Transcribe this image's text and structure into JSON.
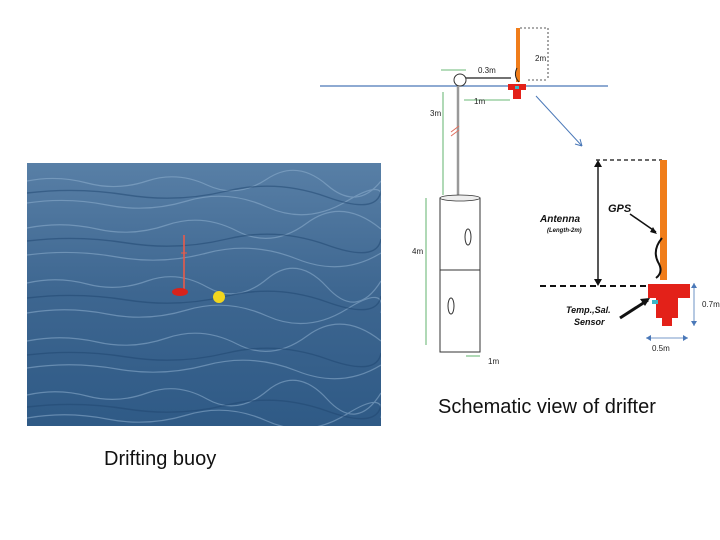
{
  "captions": {
    "photo": "Drifting buoy",
    "schematic": "Schematic view of drifter"
  },
  "schematic": {
    "dims": {
      "mast_height": "2m",
      "float_diameter": "0.3m",
      "arm_length": "1m",
      "tether_length": "3m",
      "drogue_length": "4m",
      "drogue_diameter": "1m"
    },
    "detail": {
      "antenna_label": "Antenna",
      "antenna_sub": "(Length-2m)",
      "gps_label": "GPS",
      "sensor_label_1": "Temp.,Sal.",
      "sensor_label_2": "Sensor",
      "body_height": "0.7m",
      "body_width": "0.5m"
    }
  },
  "colors": {
    "sea": "#3f6a93",
    "antenna": "#f07d1a",
    "buoy_body": "#e32119",
    "waterline": "#4a78b8",
    "float_yellow": "#f2d61e"
  }
}
